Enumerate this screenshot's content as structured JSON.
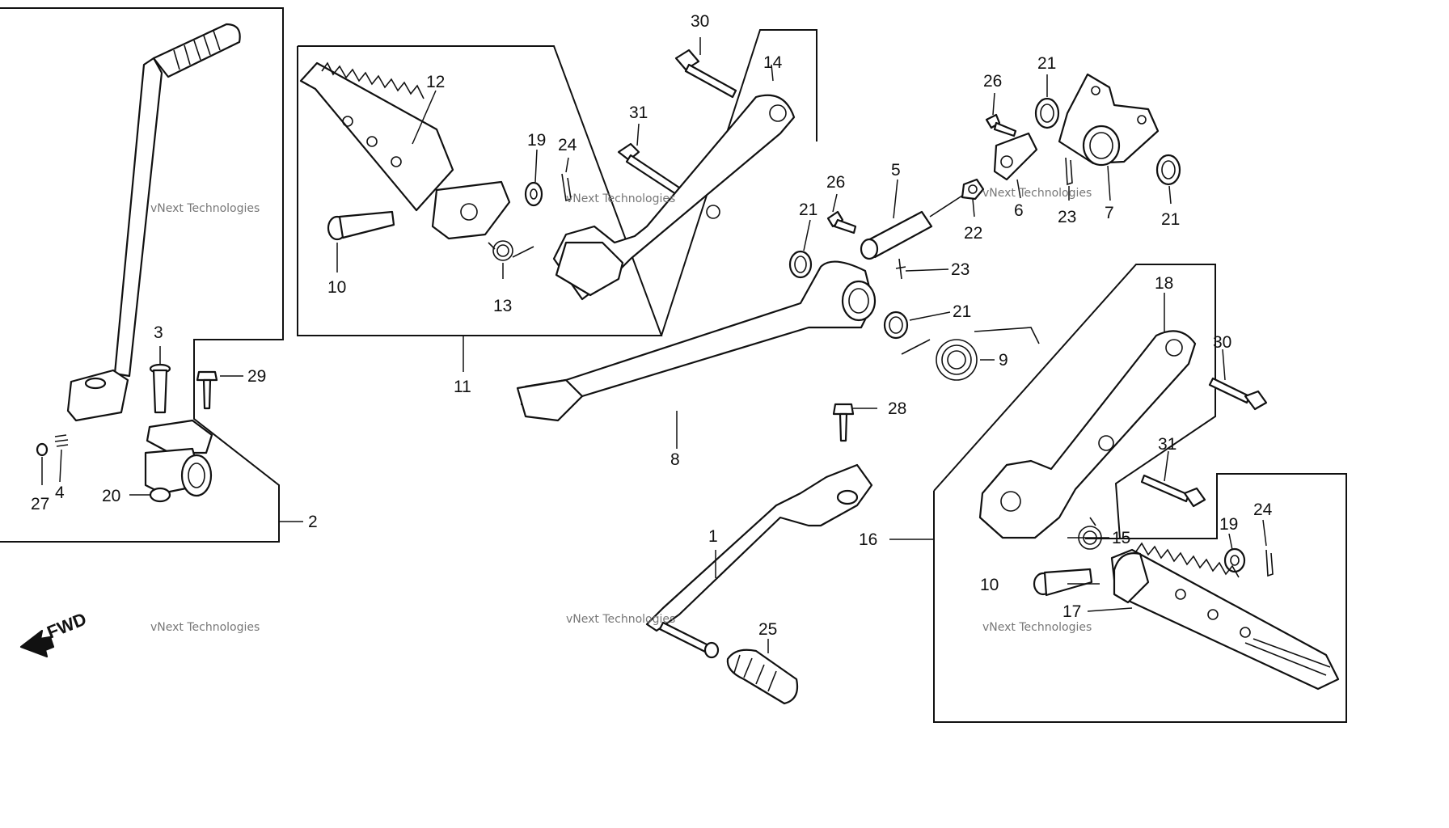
{
  "diagram": {
    "direction_label": "FWD",
    "watermark_text": "vNext Technologies",
    "callouts": {
      "c1": "1",
      "c2": "2",
      "c3": "3",
      "c4": "4",
      "c5": "5",
      "c6": "6",
      "c7": "7",
      "c8": "8",
      "c9": "9",
      "c10a": "10",
      "c10b": "10",
      "c11": "11",
      "c12": "12",
      "c13": "13",
      "c14": "14",
      "c15": "15",
      "c16": "16",
      "c17": "17",
      "c18": "18",
      "c19a": "19",
      "c19b": "19",
      "c20": "20",
      "c21a": "21",
      "c21b": "21",
      "c21c": "21",
      "c21d": "21",
      "c22": "22",
      "c23a": "23",
      "c23b": "23",
      "c24a": "24",
      "c24b": "24",
      "c25": "25",
      "c26a": "26",
      "c26b": "26",
      "c27": "27",
      "c28": "28",
      "c29": "29",
      "c30a": "30",
      "c30b": "30",
      "c31a": "31",
      "c31b": "31"
    }
  }
}
